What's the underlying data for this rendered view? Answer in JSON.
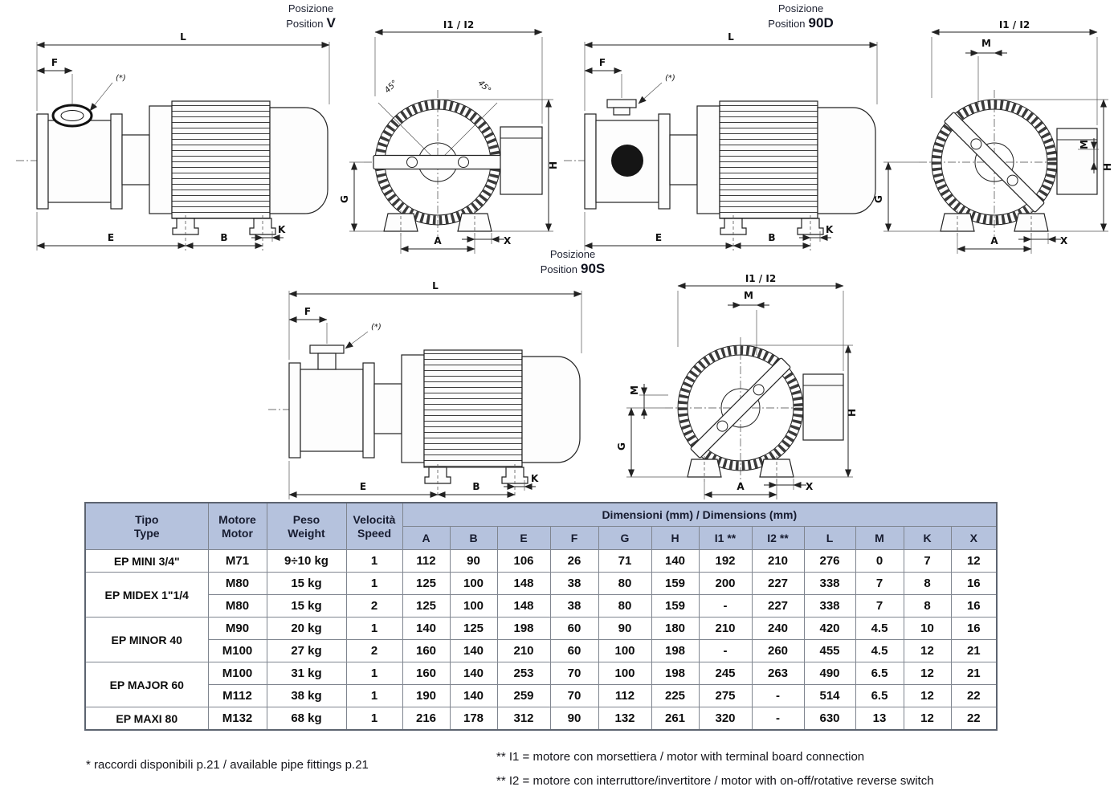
{
  "drawings": {
    "positions": {
      "v": {
        "it": "Posizione",
        "en": "Position",
        "code": "V"
      },
      "d90": {
        "it": "Posizione",
        "en": "Position",
        "code": "90D"
      },
      "s90": {
        "it": "Posizione",
        "en": "Position",
        "code": "90S"
      }
    },
    "labels": {
      "L": "L",
      "F": "F",
      "E": "E",
      "B": "B",
      "K": "K",
      "A": "A",
      "G": "G",
      "H": "H",
      "X": "X",
      "M": "M",
      "I12": "I1 / I2",
      "angle": "45°",
      "star": "(*)"
    }
  },
  "table": {
    "header": {
      "tipo_it": "Tipo",
      "tipo_en": "Type",
      "motore_it": "Motore",
      "motore_en": "Motor",
      "peso_it": "Peso",
      "peso_en": "Weight",
      "vel_it": "Velocità",
      "vel_en": "Speed",
      "dims_title": "Dimensioni (mm) / Dimensions (mm)",
      "dim_cols": [
        "A",
        "B",
        "E",
        "F",
        "G",
        "H",
        "I1 **",
        "I2 **",
        "L",
        "M",
        "K",
        "X"
      ]
    },
    "rows": [
      {
        "type": "EP MINI 3/4\"",
        "span": 1,
        "motor": "M71",
        "weight": "9÷10 kg",
        "speed": "1",
        "dims": [
          "112",
          "90",
          "106",
          "26",
          "71",
          "140",
          "192",
          "210",
          "276",
          "0",
          "7",
          "12"
        ]
      },
      {
        "type": "EP MIDEX 1\"1/4",
        "span": 2,
        "motor": "M80",
        "weight": "15 kg",
        "speed": "1",
        "dims": [
          "125",
          "100",
          "148",
          "38",
          "80",
          "159",
          "200",
          "227",
          "338",
          "7",
          "8",
          "16"
        ]
      },
      {
        "type": null,
        "motor": "M80",
        "weight": "15 kg",
        "speed": "2",
        "dims": [
          "125",
          "100",
          "148",
          "38",
          "80",
          "159",
          "-",
          "227",
          "338",
          "7",
          "8",
          "16"
        ]
      },
      {
        "type": "EP MINOR 40",
        "span": 2,
        "motor": "M90",
        "weight": "20 kg",
        "speed": "1",
        "dims": [
          "140",
          "125",
          "198",
          "60",
          "90",
          "180",
          "210",
          "240",
          "420",
          "4.5",
          "10",
          "16"
        ]
      },
      {
        "type": null,
        "motor": "M100",
        "weight": "27 kg",
        "speed": "2",
        "dims": [
          "160",
          "140",
          "210",
          "60",
          "100",
          "198",
          "-",
          "260",
          "455",
          "4.5",
          "12",
          "21"
        ]
      },
      {
        "type": "EP MAJOR 60",
        "span": 2,
        "motor": "M100",
        "weight": "31 kg",
        "speed": "1",
        "dims": [
          "160",
          "140",
          "253",
          "70",
          "100",
          "198",
          "245",
          "263",
          "490",
          "6.5",
          "12",
          "21"
        ]
      },
      {
        "type": null,
        "motor": "M112",
        "weight": "38 kg",
        "speed": "1",
        "dims": [
          "190",
          "140",
          "259",
          "70",
          "112",
          "225",
          "275",
          "-",
          "514",
          "6.5",
          "12",
          "22"
        ]
      },
      {
        "type": "EP MAXI 80",
        "span": 1,
        "motor": "M132",
        "weight": "68 kg",
        "speed": "1",
        "dims": [
          "216",
          "178",
          "312",
          "90",
          "132",
          "261",
          "320",
          "-",
          "630",
          "13",
          "12",
          "22"
        ]
      }
    ]
  },
  "footnotes": {
    "fittings": "* raccordi disponibili p.21 / available pipe fittings p.21",
    "i1": "** I1 = motore con morsettiera / motor with terminal board connection",
    "i2": "** I2 = motore con interruttore/invertitore / motor with on-off/rotative reverse switch"
  }
}
